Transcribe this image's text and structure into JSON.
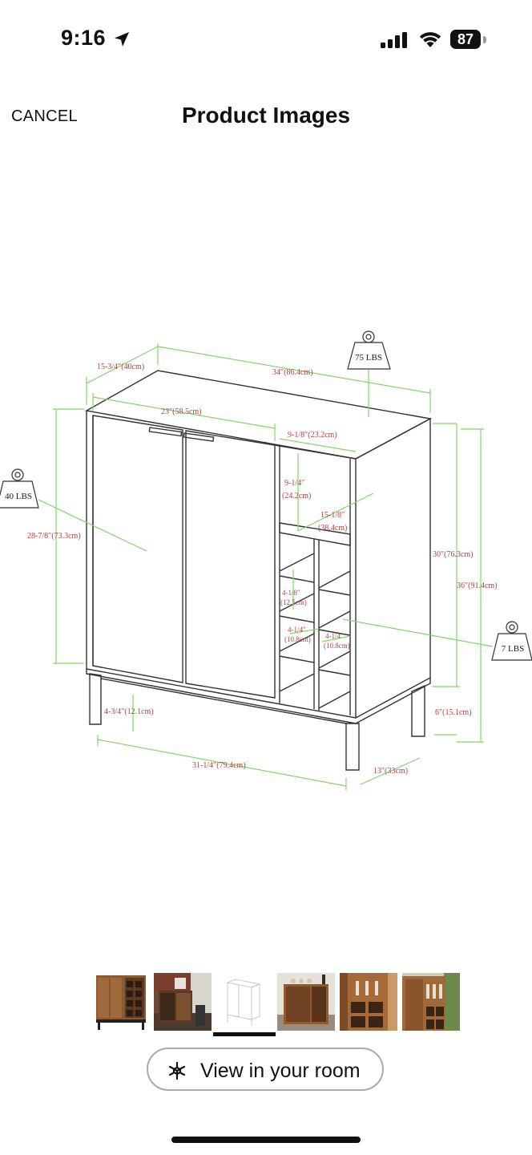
{
  "status_bar": {
    "time": "9:16",
    "battery": "87"
  },
  "header": {
    "cancel_label": "CANCEL",
    "title": "Product Images"
  },
  "product_image": {
    "weights": {
      "top_load": "75 LBS",
      "door_load": "40 LBS",
      "shelf_load": "7 LBS"
    },
    "dimensions": {
      "depth": "15-3/4″(40cm)",
      "width": "34″(86.4cm)",
      "door_width": "23″(58.5cm)",
      "shelf_width": "9-1/8″(23.2cm)",
      "shelf_height": "9-1/4″",
      "shelf_height_cm": "(24.2cm)",
      "shelf_span": "15-1/8″",
      "shelf_span_cm": "(38.4cm)",
      "cabinet_height": "28-7/8″(73.3cm)",
      "cube_height": "4-1/8″",
      "cube_height_cm": "(12.5cm)",
      "cube_width_left": "4-1/4″",
      "cube_width_left_cm": "(10.8cm)",
      "cube_width_right": "4-1/4″",
      "cube_width_right_cm": "(10.8cm)",
      "body_height": "30″(76.3cm)",
      "total_height": "36″(91.4cm)",
      "leg_height": "6″(15.1cm)",
      "clearance": "4-3/4″(12.1cm)",
      "base_width": "31-1/4″(79.4cm)",
      "base_depth": "13″(33cm)"
    }
  },
  "thumbnails": {
    "count": 6,
    "selected": 3
  },
  "view_in_room": {
    "label": "View in your room"
  }
}
